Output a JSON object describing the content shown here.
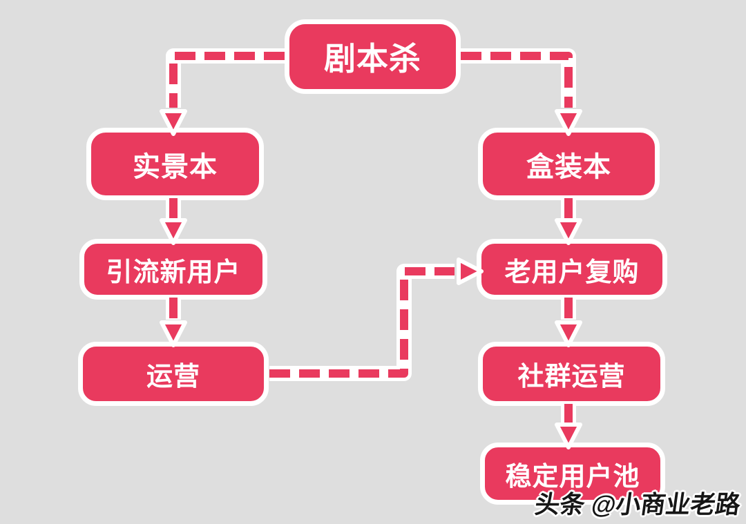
{
  "colors": {
    "background": "#dedede",
    "accent": "#e93a5e",
    "node_border": "#ffffff",
    "node_text": "#ffffff",
    "watermark_text": "#161616"
  },
  "nodes": {
    "root": {
      "label": "剧本杀"
    },
    "left1": {
      "label": "实景本"
    },
    "left2": {
      "label": "引流新用户"
    },
    "left3": {
      "label": "运营"
    },
    "right1": {
      "label": "盒装本"
    },
    "right2": {
      "label": "老用户复购"
    },
    "right3": {
      "label": "社群运营"
    },
    "right4": {
      "label": "稳定用户池"
    }
  },
  "edges": [
    {
      "from": "剧本杀",
      "to": "实景本",
      "style": "dashed-arrow"
    },
    {
      "from": "剧本杀",
      "to": "盒装本",
      "style": "dashed-arrow"
    },
    {
      "from": "实景本",
      "to": "引流新用户",
      "style": "dashed-arrow"
    },
    {
      "from": "引流新用户",
      "to": "运营",
      "style": "dashed-arrow"
    },
    {
      "from": "运营",
      "to": "老用户复购",
      "style": "dashed-arrow"
    },
    {
      "from": "盒装本",
      "to": "老用户复购",
      "style": "dashed-arrow"
    },
    {
      "from": "老用户复购",
      "to": "社群运营",
      "style": "dashed-arrow"
    },
    {
      "from": "社群运营",
      "to": "稳定用户池",
      "style": "dashed-arrow"
    }
  ],
  "watermark": {
    "label": "头条 @小商业老路"
  }
}
